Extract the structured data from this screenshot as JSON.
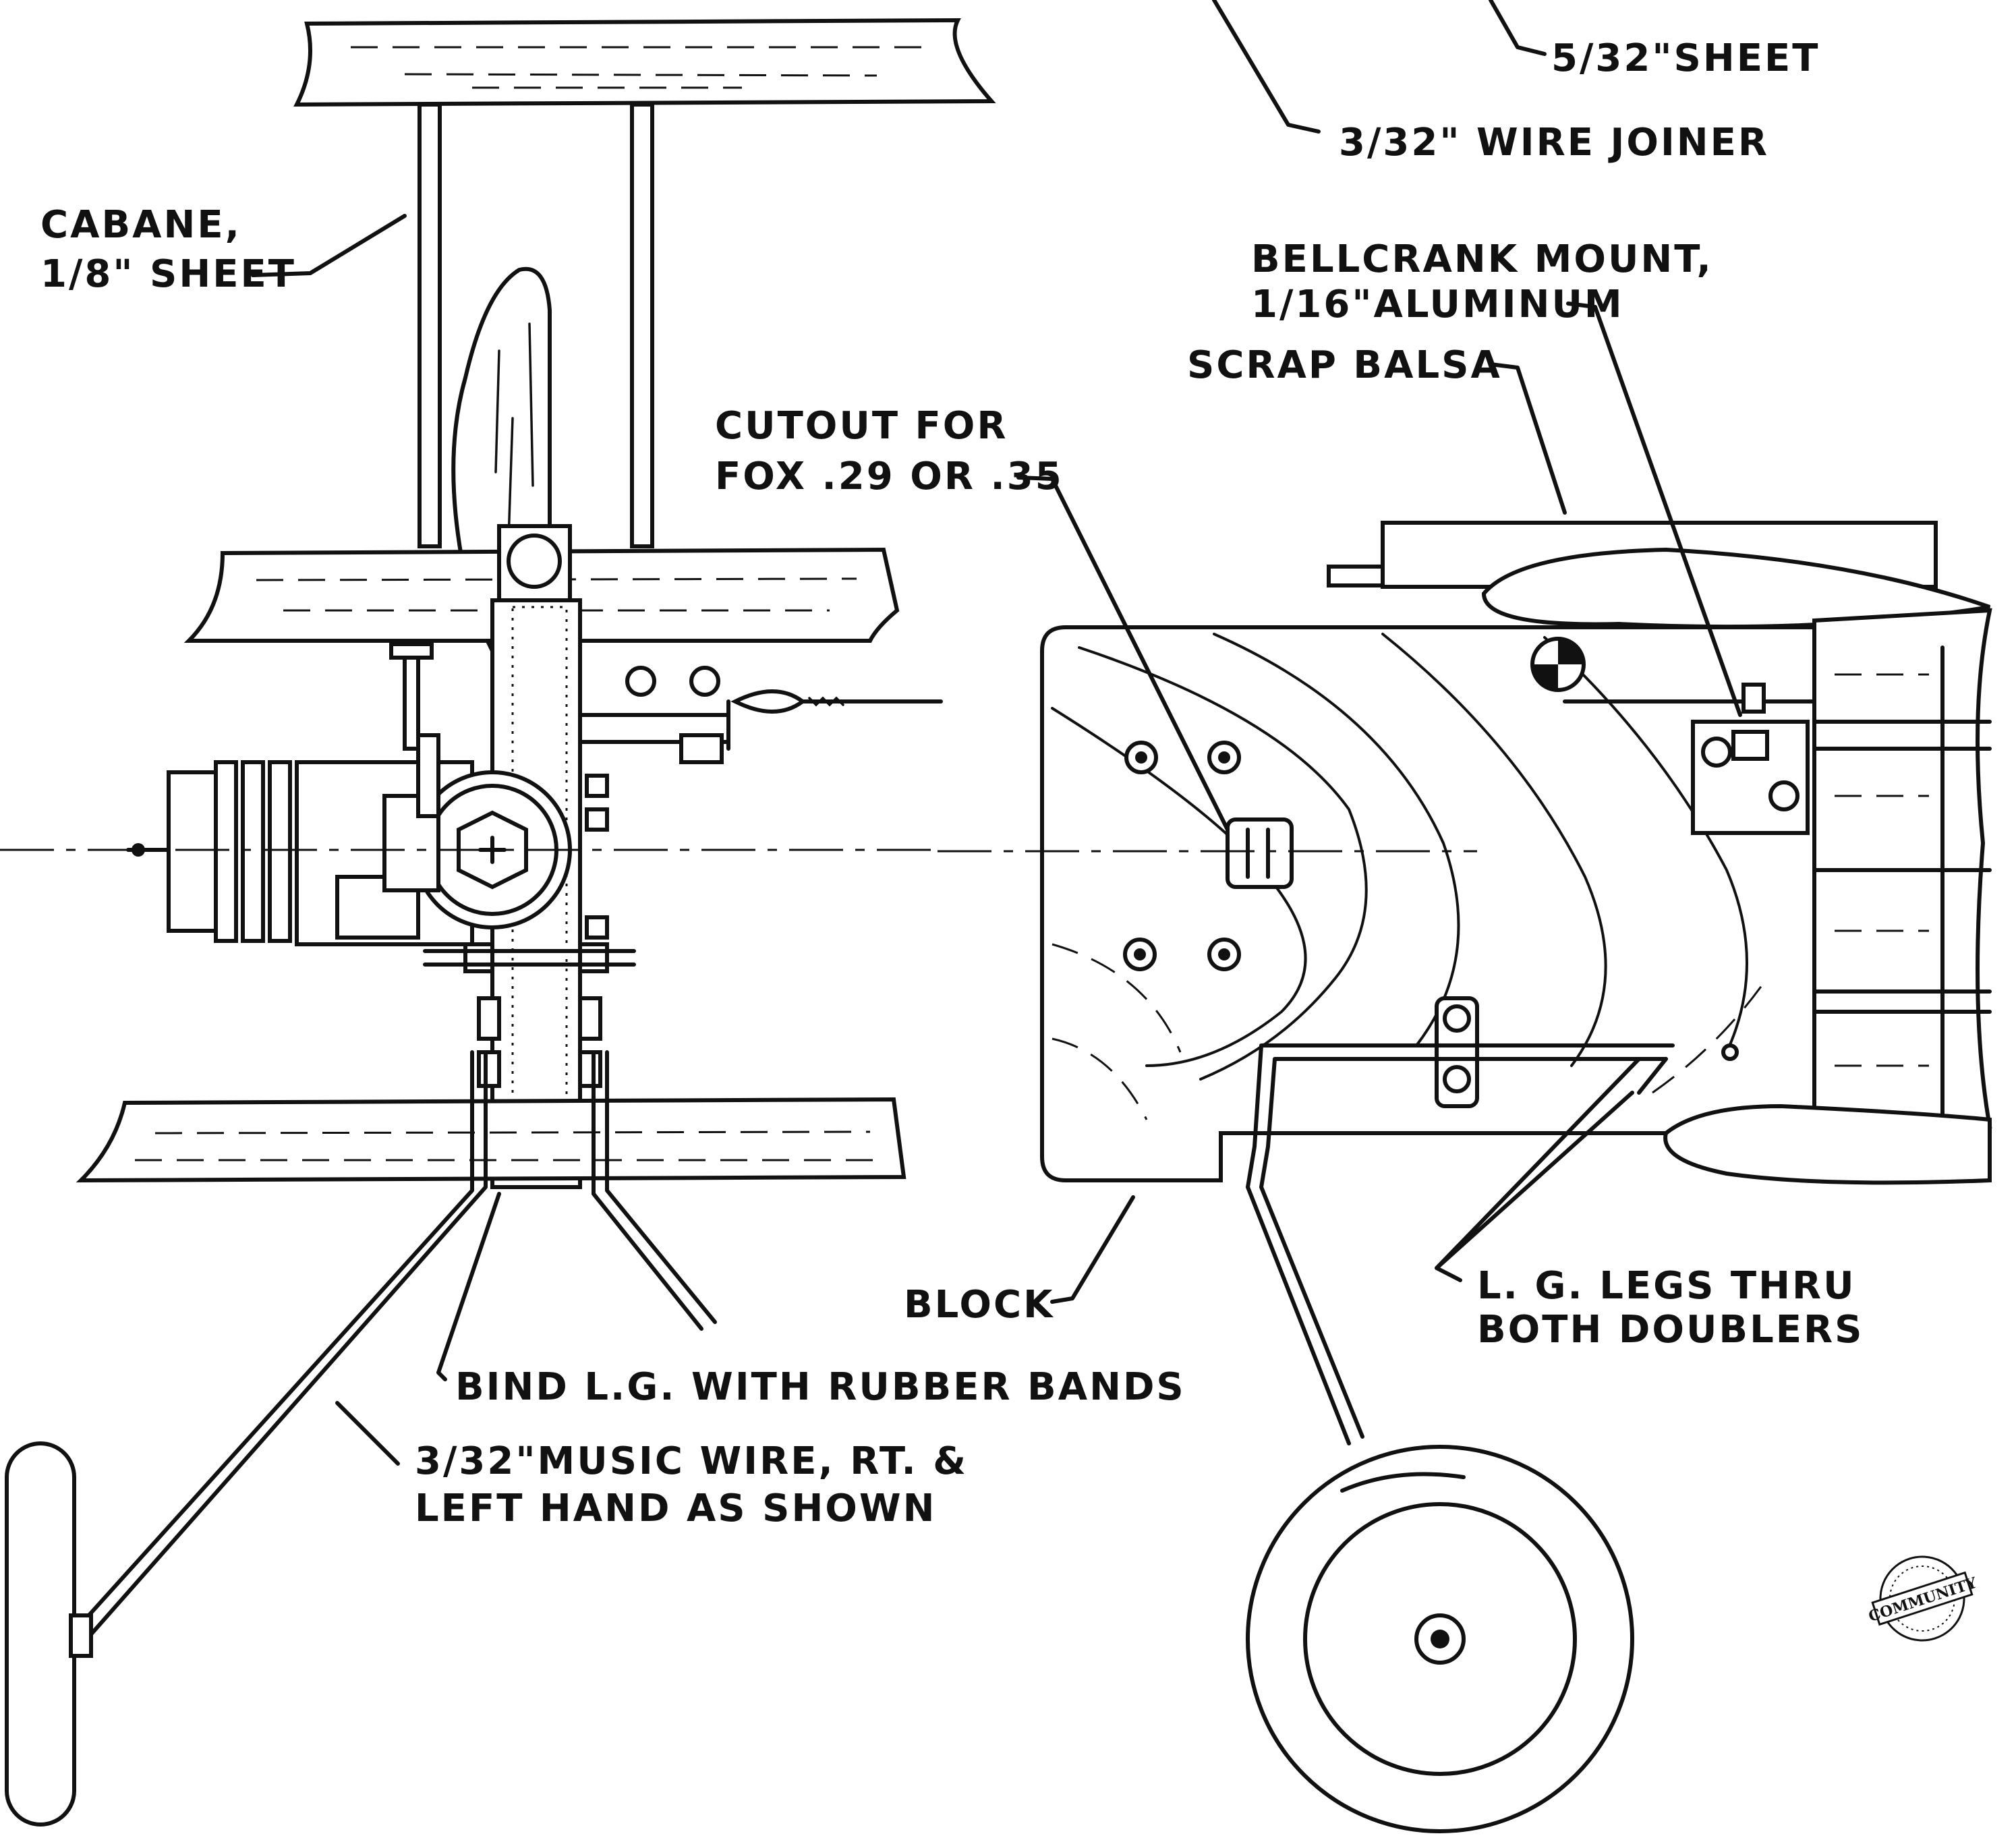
{
  "labels": {
    "sheet_532": "5/32\"SHEET",
    "wire_joiner": "3/32\" WIRE JOINER",
    "cabane_1": "CABANE,",
    "cabane_2": "1/8\" SHEET",
    "bellcrank_1": "BELLCRANK MOUNT,",
    "bellcrank_2": "1/16\"ALUMINUM",
    "scrap_balsa": "SCRAP BALSA",
    "cutout_1": "CUTOUT FOR",
    "cutout_2": "FOX .29 OR .35",
    "block": "BLOCK",
    "lg_legs_1": "L. G. LEGS THRU",
    "lg_legs_2": "BOTH DOUBLERS",
    "bind_lg": "BIND L.G. WITH RUBBER BANDS",
    "music_wire_1": "3/32\"MUSIC WIRE, RT. &",
    "music_wire_2": "LEFT HAND AS SHOWN"
  },
  "stamp": {
    "text": "COMMUNITY",
    "icon": "community-stamp-icon"
  },
  "colors": {
    "ink": "#111111",
    "paper": "#ffffff"
  }
}
